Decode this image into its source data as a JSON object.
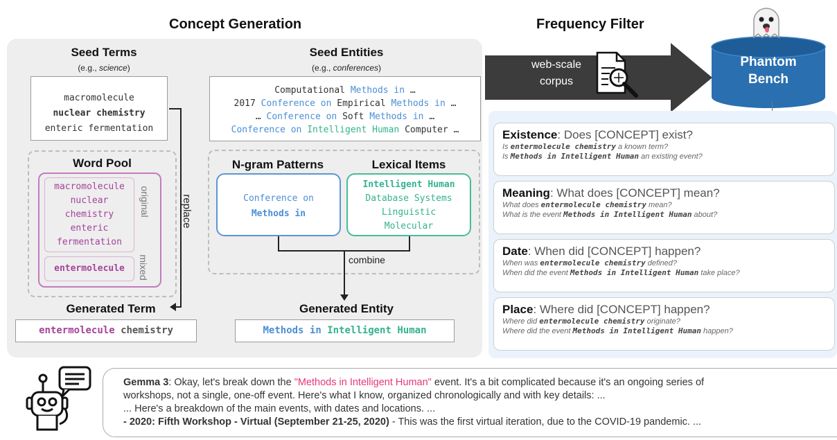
{
  "headers": {
    "concept_generation": "Concept Generation",
    "frequency_filter": "Frequency Filter"
  },
  "seed_terms": {
    "title": "Seed Terms",
    "example_prefix": "(e.g., ",
    "example": "science",
    "example_suffix": ")",
    "items": [
      "macromolecule",
      "nuclear chemistry",
      "enteric fermentation"
    ]
  },
  "seed_entities": {
    "title": "Seed Entities",
    "example_prefix": "(e.g., ",
    "example": "conferences",
    "example_suffix": ")",
    "lines": [
      [
        {
          "t": "Computational ",
          "c": "dark"
        },
        {
          "t": "Methods in",
          "c": "blue"
        },
        {
          "t": " …",
          "c": "dark"
        }
      ],
      [
        {
          "t": "2017 ",
          "c": "dark"
        },
        {
          "t": "Conference on",
          "c": "blue"
        },
        {
          "t": " Empirical ",
          "c": "dark"
        },
        {
          "t": "Methods in",
          "c": "blue"
        },
        {
          "t": " …",
          "c": "dark"
        }
      ],
      [
        {
          "t": "… ",
          "c": "dark"
        },
        {
          "t": "Conference on",
          "c": "blue"
        },
        {
          "t": " Soft ",
          "c": "dark"
        },
        {
          "t": "Methods in",
          "c": "blue"
        },
        {
          "t": " …",
          "c": "dark"
        }
      ],
      [
        {
          "t": "Conference on",
          "c": "blue"
        },
        {
          "t": " Intelligent Human",
          "c": "green"
        },
        {
          "t": " Computer …",
          "c": "dark"
        }
      ]
    ]
  },
  "word_pool": {
    "title": "Word Pool",
    "original_words": [
      "macromolecule",
      "nuclear",
      "chemistry",
      "enteric",
      "fermentation"
    ],
    "mixed_word": "entermolecule",
    "original_label": "original",
    "mixed_label": "mixed"
  },
  "replace_label": "replace",
  "generated_term": {
    "title": "Generated Term",
    "part1": "entermolecule",
    "part2": " chemistry"
  },
  "ngram": {
    "title": "N-gram Patterns",
    "line1": "Conference on",
    "line2": "Methods in"
  },
  "lexical": {
    "title": "Lexical Items",
    "items": [
      "Intelligent Human",
      "Database Systems",
      "Linguistic",
      "Molecular"
    ]
  },
  "combine_label": "combine",
  "generated_entity": {
    "title": "Generated Entity",
    "part1": "Methods in ",
    "part2": "Intelligent Human"
  },
  "filter": {
    "corpus_line1": "web-scale",
    "corpus_line2": "corpus",
    "bench_line1": "Phantom",
    "bench_line2": "Bench"
  },
  "questions": [
    {
      "category": "Existence",
      "question": ": Does [CONCEPT] exist?",
      "ex1_pre": "Is ",
      "ex1_term": "entermolecule chemistry",
      "ex1_post": " a known term?",
      "ex2_pre": "Is ",
      "ex2_term": "Methods in Intelligent Human",
      "ex2_post": " an existing event?"
    },
    {
      "category": "Meaning",
      "question": ": What does [CONCEPT] mean?",
      "ex1_pre": "What does ",
      "ex1_term": "entermolecule chemistry",
      "ex1_post": " mean?",
      "ex2_pre": "What is the event ",
      "ex2_term": "Methods in Intelligent Human",
      "ex2_post": " about?"
    },
    {
      "category": "Date",
      "question": ": When did [CONCEPT] happen?",
      "ex1_pre": "When was ",
      "ex1_term": "entermolecule chemistry",
      "ex1_post": " defined?",
      "ex2_pre": "When did the event ",
      "ex2_term": "Methods in Intelligent Human",
      "ex2_post": " take place?"
    },
    {
      "category": "Place",
      "question": ": Where did [CONCEPT] happen?",
      "ex1_pre": "Where did ",
      "ex1_term": "entermolecule chemistry",
      "ex1_post": " originate?",
      "ex2_pre": "Where did the event ",
      "ex2_term": "Methods in Intelligent Human",
      "ex2_post": " happen?"
    }
  ],
  "response": {
    "model": "Gemma 3",
    "intro": ": Okay, let's break down the ",
    "highlight": "\"Methods in Intelligent Human\"",
    "rest": " event. It's a bit complicated because it's an ongoing series of",
    "line2": "workshops, not a single, one-off event. Here's what I know, organized chronologically and with key details: ...",
    "line3": "... Here's a breakdown of the main events, with dates and locations. ...",
    "line4_bold": "- 2020: Fifth Workshop - Virtual (September 21-25, 2020)",
    "line4_rest": " - This was the first virtual iteration, due to the COVID-19 pandemic. ..."
  },
  "colors": {
    "blue": "#4a8fd6",
    "purple": "#a5429b",
    "green": "#35b28f",
    "bench": "#2a6fb0",
    "arrow": "#3c3c3c",
    "highlight": "#e8367a"
  },
  "icons": [
    "ghost-emoji",
    "document-magnifier-icon",
    "robot-icon",
    "database-cylinder"
  ]
}
